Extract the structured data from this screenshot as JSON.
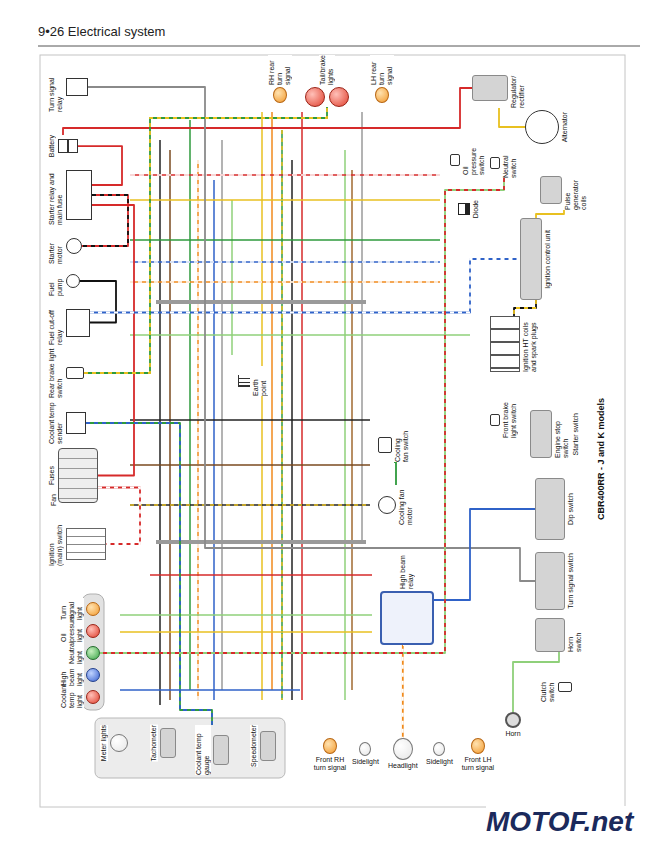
{
  "diagram": {
    "title": "9•26 Electrical system",
    "nodes": [
      {
        "text": [
          "Turn signal relay"
        ]
      },
      {
        "text": [
          "RH rear turn signal"
        ]
      },
      {
        "text": [
          "Tail/brake lights"
        ]
      },
      {
        "text": [
          "LH rear turn signal"
        ]
      },
      {
        "text": [
          "Regulator/ rectifier"
        ]
      },
      {
        "text": [
          "Alternator"
        ]
      },
      {
        "text": [
          "Battery"
        ]
      },
      {
        "text": [
          "Oil pressure switch"
        ]
      },
      {
        "text": [
          "Starter relay and main fuse"
        ]
      },
      {
        "text": [
          "Neutral switch"
        ]
      },
      {
        "text": [
          "Pulse generator coils"
        ]
      },
      {
        "text": [
          "Diode"
        ]
      },
      {
        "text": [
          "Starter motor"
        ]
      },
      {
        "text": [
          "Ignition control unit"
        ]
      },
      {
        "text": [
          "Fuel pump"
        ]
      },
      {
        "text": [
          "Fuel cut-off relay"
        ]
      },
      {
        "text": [
          "Ignition HT coils and spark plugs"
        ]
      },
      {
        "text": [
          "Rear brake light switch"
        ]
      },
      {
        "text": [
          "Earth point"
        ]
      },
      {
        "text": [
          "Front brake light switch"
        ]
      },
      {
        "text": [
          "Coolant temp sender"
        ]
      },
      {
        "text": [
          "Engine stop switch",
          "Starter switch"
        ]
      },
      {
        "text": [
          "Cooling fan switch"
        ]
      },
      {
        "text": [
          "Fuses"
        ]
      },
      {
        "text": [
          "Cooling fan motor"
        ]
      },
      {
        "text": [
          "Dip switch"
        ]
      },
      {
        "text": [
          "Ignition (main) switch"
        ]
      },
      {
        "text": [
          "Turn signal switch"
        ]
      },
      {
        "text": [
          "High beam relay"
        ]
      },
      {
        "text": [
          "Turn signal light"
        ]
      },
      {
        "text": [
          "Oil pressure light"
        ]
      },
      {
        "text": [
          "Horn switch"
        ]
      },
      {
        "text": [
          "Neutral light"
        ]
      },
      {
        "text": [
          "High beam light"
        ]
      },
      {
        "text": [
          "Clutch switch"
        ]
      },
      {
        "text": [
          "Coolant temp light"
        ]
      },
      {
        "text": [
          "Horn"
        ]
      },
      {
        "text": [
          "Meter lights"
        ]
      },
      {
        "text": [
          "Tachometer"
        ]
      },
      {
        "text": [
          "Coolant temp gauge"
        ]
      },
      {
        "text": [
          "Speedometer"
        ]
      },
      {
        "text": [
          "Front RH turn signal"
        ]
      },
      {
        "text": [
          "Sidelight"
        ]
      },
      {
        "text": [
          "Headlight"
        ]
      },
      {
        "text": [
          "Sidelight"
        ]
      },
      {
        "text": [
          "Front LH turn signal"
        ]
      }
    ],
    "edges": [
      {
        "from": 6,
        "to": 8,
        "arrow": "none"
      },
      {
        "from": 8,
        "to": 12,
        "arrow": "none"
      },
      {
        "from": 8,
        "to": 23,
        "arrow": "none"
      },
      {
        "from": 23,
        "to": 26,
        "arrow": "none"
      },
      {
        "from": 15,
        "to": 14,
        "arrow": "none"
      },
      {
        "from": 15,
        "to": 13,
        "arrow": "none"
      },
      {
        "from": 10,
        "to": 13,
        "arrow": "none"
      },
      {
        "from": 13,
        "to": 16,
        "arrow": "none"
      },
      {
        "from": 5,
        "to": 4,
        "arrow": "none"
      },
      {
        "from": 4,
        "to": 6,
        "arrow": "none"
      },
      {
        "from": 0,
        "to": 27,
        "arrow": "none"
      },
      {
        "from": 22,
        "to": 24,
        "arrow": "none"
      },
      {
        "from": 20,
        "to": 39,
        "arrow": "none"
      },
      {
        "from": 31,
        "to": 36,
        "arrow": "none"
      },
      {
        "from": 25,
        "to": 28,
        "arrow": "none"
      },
      {
        "from": 28,
        "to": 43,
        "arrow": "none"
      },
      {
        "from": 9,
        "to": 32,
        "arrow": "none"
      },
      {
        "from": 17,
        "to": 2,
        "arrow": "none"
      }
    ],
    "labels": [
      "CBR400RR - J and K models",
      "Fan",
      "MOTOF.net"
    ]
  }
}
